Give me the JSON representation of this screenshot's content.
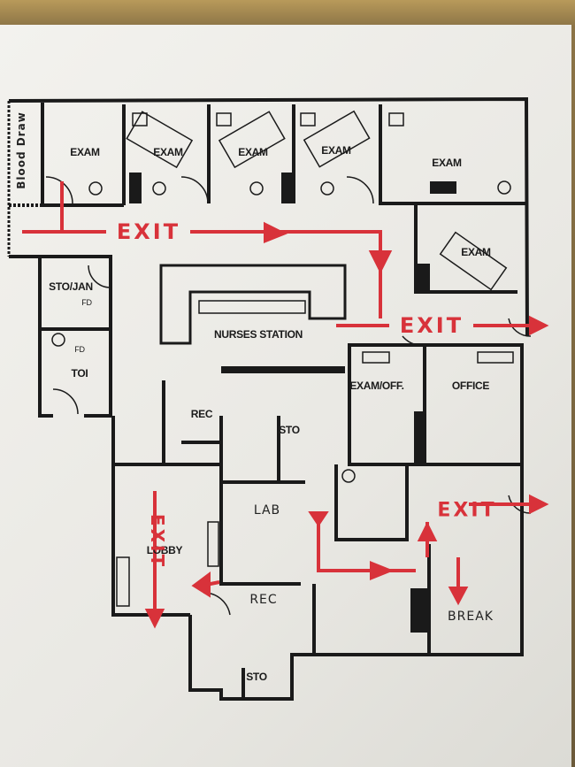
{
  "rooms": {
    "blood_draw": "Blood Draw",
    "exam_1": "EXAM",
    "exam_2": "EXAM",
    "exam_3": "EXAM",
    "exam_4": "EXAM",
    "exam_5": "EXAM",
    "exam_6": "EXAM",
    "sto_jan": "STO/JAN",
    "fd_1": "FD",
    "fd_2": "FD",
    "toi": "TOI",
    "nurses_station": "NURSES STATION",
    "exam_off": "EXAM/OFF.",
    "office": "OFFICE",
    "rec_1": "REC",
    "sto_1": "STO",
    "lab": "LAB",
    "lobby": "LOBBY",
    "rec_2": "REC",
    "break": "BREAK",
    "sto_2": "STO"
  },
  "exits": {
    "top": "EXIT",
    "right": "EXIT",
    "lower_right": "EXIT",
    "lobby": "EXIT"
  },
  "colors": {
    "walls": "#1a1a1a",
    "exit_route": "#d8323a",
    "paper": "#efeeea"
  }
}
